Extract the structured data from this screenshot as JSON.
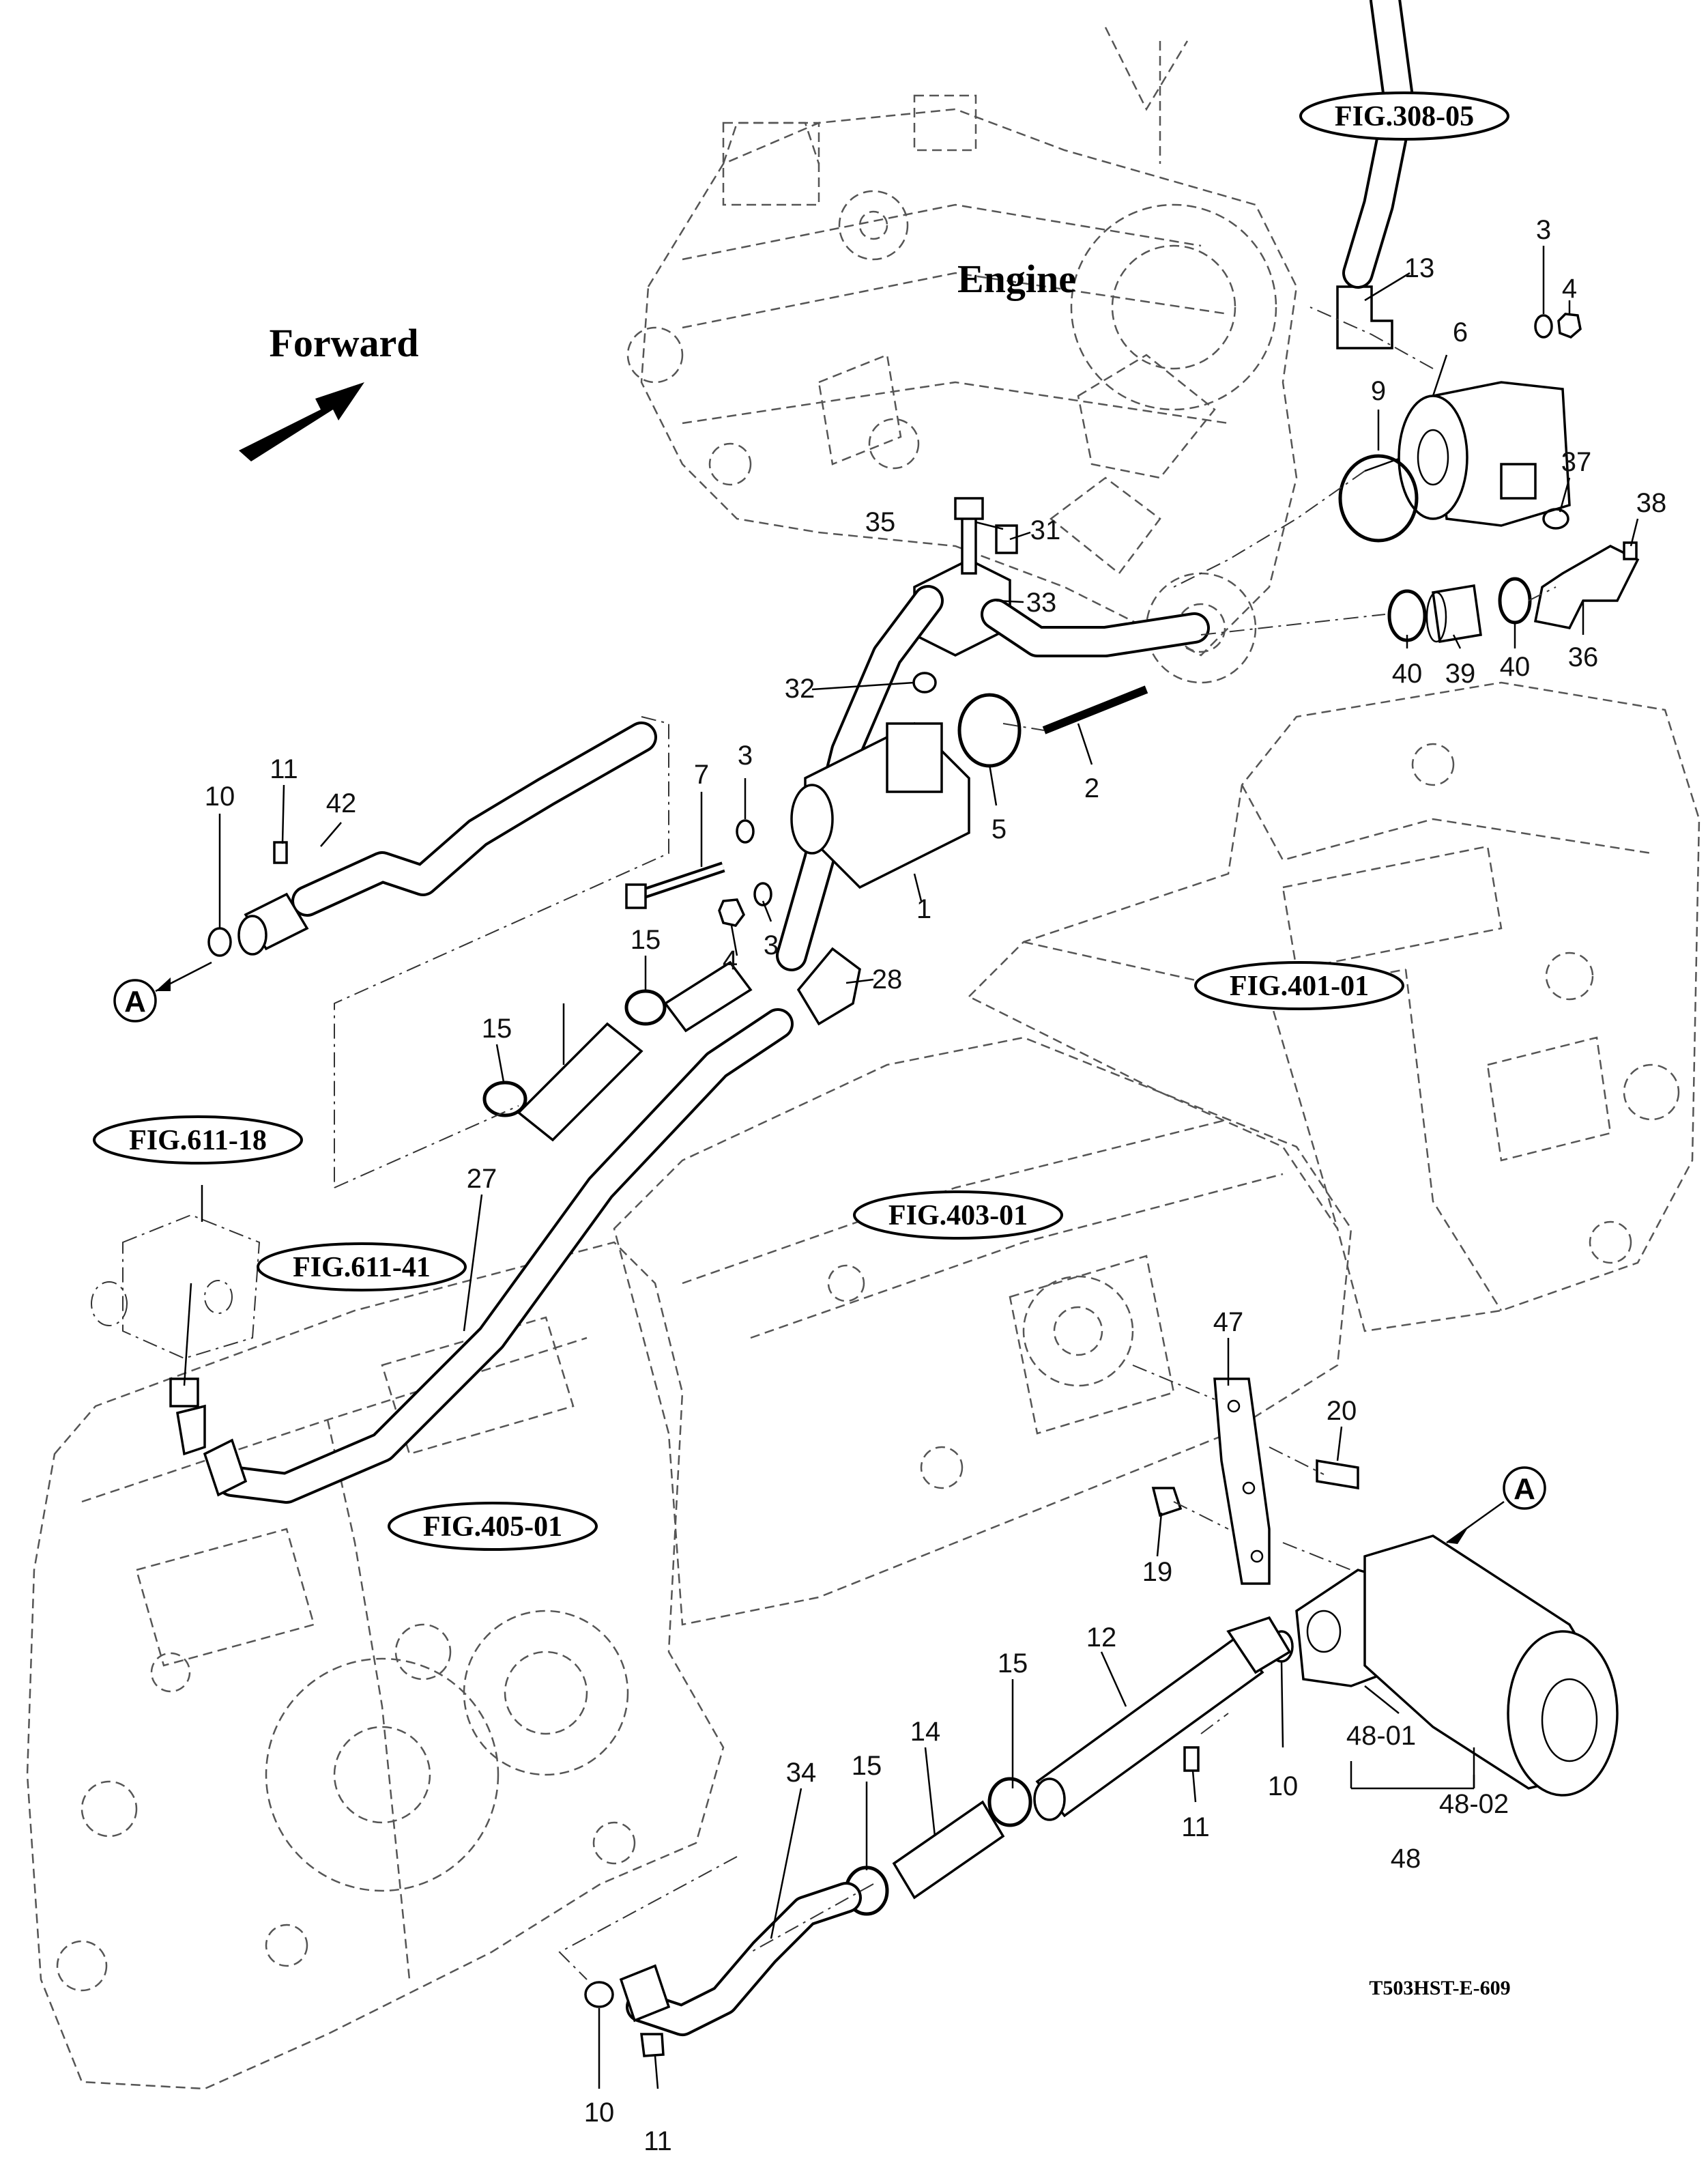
{
  "diagram": {
    "drawing_code": "T503HST-E-609",
    "title_engine": "Engine",
    "title_forward": "Forward",
    "figure_refs": [
      "FIG.308-05",
      "FIG.401-01",
      "FIG.403-01",
      "FIG.405-01",
      "FIG.611-18",
      "FIG.611-41"
    ],
    "callouts": {
      "A_top": "A",
      "A_right": "A"
    },
    "part_numbers": {
      "p1": "1",
      "p2": "2",
      "p3a": "3",
      "p3b": "3",
      "p3c": "3",
      "p4a": "4",
      "p4b": "4",
      "p5": "5",
      "p6": "6",
      "p7": "7",
      "p9": "9",
      "p10a": "10",
      "p10b": "10",
      "p10c": "10",
      "p11a": "11",
      "p11b": "11",
      "p11c": "11",
      "p12": "12",
      "p13": "13",
      "p14": "14",
      "p15a": "15",
      "p15b": "15",
      "p15c": "15",
      "p15d": "15",
      "p19": "19",
      "p20": "20",
      "p27": "27",
      "p28": "28",
      "p31": "31",
      "p32": "32",
      "p33": "33",
      "p34": "34",
      "p35": "35",
      "p36": "36",
      "p37": "37",
      "p38": "38",
      "p39": "39",
      "p40a": "40",
      "p40b": "40",
      "p42": "42",
      "p47": "47",
      "p48": "48",
      "p48_01": "48-01",
      "p48_02": "48-02"
    }
  }
}
